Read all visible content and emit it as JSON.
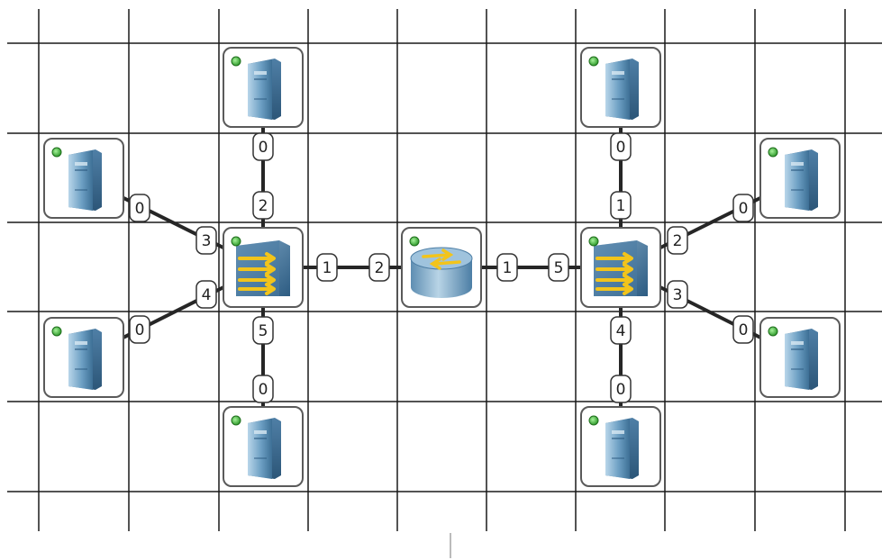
{
  "colors": {
    "grid": "#1a1a1a",
    "link": "#262626",
    "node_border": "#5a5a5a",
    "status_led": "#3fbf3f",
    "router_body": "#7ea9c7",
    "switch_body": "#4f7fa6",
    "arrow": "#f2c41b",
    "server_body": "#6b9fc1"
  },
  "devices": [
    {
      "id": "srv-lt",
      "type": "server",
      "icon": "server-icon",
      "status": "online"
    },
    {
      "id": "srv-l-top",
      "type": "server",
      "icon": "server-icon",
      "status": "online"
    },
    {
      "id": "srv-lb",
      "type": "server",
      "icon": "server-icon",
      "status": "online"
    },
    {
      "id": "srv-l-bottom",
      "type": "server",
      "icon": "server-icon",
      "status": "online"
    },
    {
      "id": "switch-left",
      "type": "switch",
      "icon": "switch-icon",
      "status": "online"
    },
    {
      "id": "router-center",
      "type": "router",
      "icon": "router-icon",
      "status": "online"
    },
    {
      "id": "switch-right",
      "type": "switch",
      "icon": "switch-icon",
      "status": "online"
    },
    {
      "id": "srv-r-top",
      "type": "server",
      "icon": "server-icon",
      "status": "online"
    },
    {
      "id": "srv-rt",
      "type": "server",
      "icon": "server-icon",
      "status": "online"
    },
    {
      "id": "srv-rb",
      "type": "server",
      "icon": "server-icon",
      "status": "online"
    },
    {
      "id": "srv-r-bottom",
      "type": "server",
      "icon": "server-icon",
      "status": "online"
    }
  ],
  "links": [
    {
      "from": "srv-lt",
      "from_port": "0",
      "to": "switch-left",
      "to_port": "3"
    },
    {
      "from": "srv-l-top",
      "from_port": "0",
      "to": "switch-left",
      "to_port": "2"
    },
    {
      "from": "srv-lb",
      "from_port": "0",
      "to": "switch-left",
      "to_port": "4"
    },
    {
      "from": "srv-l-bottom",
      "from_port": "0",
      "to": "switch-left",
      "to_port": "5"
    },
    {
      "from": "switch-left",
      "from_port": "1",
      "to": "router-center",
      "to_port": "2"
    },
    {
      "from": "router-center",
      "from_port": "1",
      "to": "switch-right",
      "to_port": "5"
    },
    {
      "from": "srv-r-top",
      "from_port": "0",
      "to": "switch-right",
      "to_port": "1"
    },
    {
      "from": "srv-rt",
      "from_port": "0",
      "to": "switch-right",
      "to_port": "2"
    },
    {
      "from": "srv-rb",
      "from_port": "0",
      "to": "switch-right",
      "to_port": "3"
    },
    {
      "from": "srv-r-bottom",
      "from_port": "0",
      "to": "switch-right",
      "to_port": "4"
    }
  ]
}
